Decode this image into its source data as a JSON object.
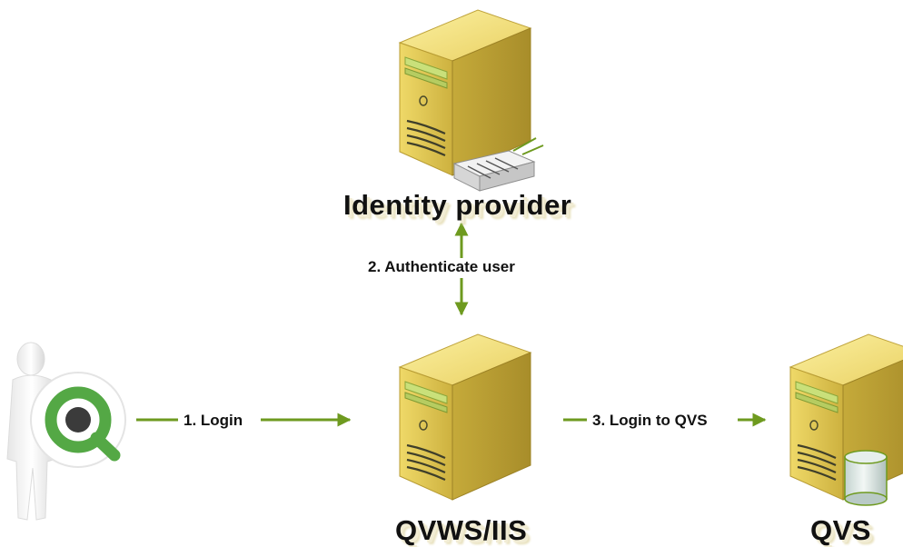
{
  "nodes": {
    "identity_provider": {
      "label": "Identity provider",
      "icon": "server-with-router-icon"
    },
    "qvws": {
      "label": "QVWS/IIS",
      "icon": "server-icon"
    },
    "qvs": {
      "label": "QVS",
      "icon": "server-with-database-icon"
    },
    "user": {
      "icon": "user-silhouette-with-qlik-logo-icon"
    }
  },
  "edges": {
    "login": {
      "label": "1. Login"
    },
    "authenticate": {
      "label": "2. Authenticate user"
    },
    "login_qvs": {
      "label": "3. Login to QVS"
    }
  },
  "colors": {
    "arrow": "#6e9a1f",
    "server_front": "#dcc34e",
    "server_side": "#b99e34",
    "server_top": "#f4e27a",
    "qlik_green": "#54a845",
    "qlik_dark": "#3b3b3b"
  }
}
